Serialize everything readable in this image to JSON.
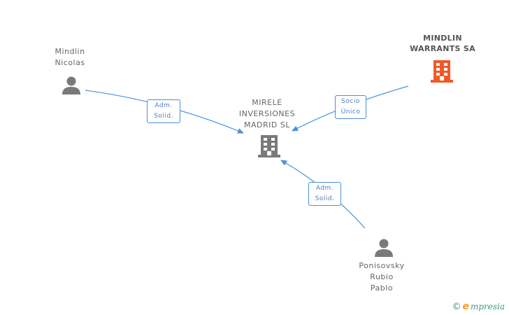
{
  "nodes": [
    {
      "id": "mindlin-nicolas",
      "label": "Mindlin\nNicolas",
      "kind": "person"
    },
    {
      "id": "mindlin-warrants",
      "label": "MINDLIN\nWARRANTS SA",
      "kind": "company",
      "highlight": true
    },
    {
      "id": "mirele",
      "label": "MIRELE\nINVERSIONES\nMADRID SL",
      "kind": "company"
    },
    {
      "id": "ponisovsky",
      "label": "Ponisovsky\nRubio\nPablo",
      "kind": "person"
    }
  ],
  "edges": [
    {
      "from": "mindlin-nicolas",
      "to": "mirele",
      "label": "Adm.\nSolid."
    },
    {
      "from": "mindlin-warrants",
      "to": "mirele",
      "label": "Socio\nÚnico"
    },
    {
      "from": "ponisovsky",
      "to": "mirele",
      "label": "Adm.\nSolid."
    }
  ],
  "colors": {
    "edge": "#4a90d9",
    "person_icon": "#7a7a7a",
    "company_icon": "#7a7a7a",
    "highlight_company_icon": "#f05a28"
  },
  "footer": {
    "copyright_symbol": "©",
    "brand_initial": "e",
    "brand_rest": "mpresia"
  }
}
